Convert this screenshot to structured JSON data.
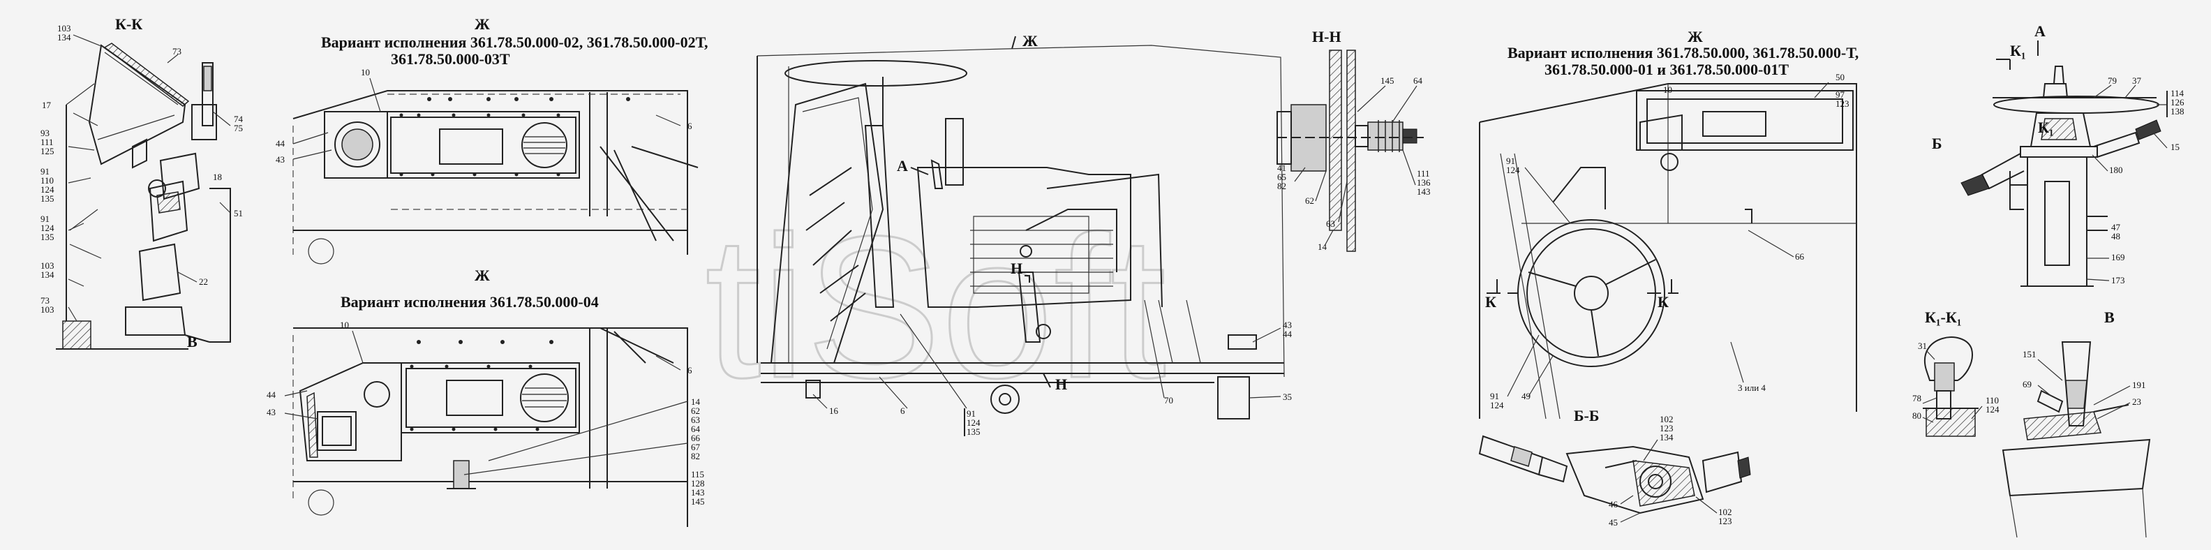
{
  "views": {
    "kk": {
      "section_title": "К-К",
      "labels": [
        "103",
        "134",
        "73",
        "17",
        "93",
        "111",
        "125",
        "74",
        "75",
        "91",
        "110",
        "124",
        "135",
        "18",
        "51",
        "91",
        "124",
        "135",
        "22",
        "103",
        "134",
        "73",
        "103",
        "B"
      ]
    },
    "zh1": {
      "letter": "Ж",
      "title_line1": "Вариант исполнения 361.78.50.000-02, 361.78.50.000-02Т,",
      "title_line2": "361.78.50.000-03Т",
      "labels": [
        "10",
        "44",
        "43",
        "6"
      ]
    },
    "zh2": {
      "letter": "Ж",
      "title": "Вариант исполнения 361.78.50.000-04",
      "labels": [
        "10",
        "44",
        "43",
        "6",
        "14",
        "62",
        "63",
        "64",
        "66",
        "67",
        "82",
        "115",
        "128",
        "143",
        "145"
      ]
    },
    "main": {
      "arrow_label": "Ж",
      "labels": [
        "А",
        "Н",
        "Н",
        "16",
        "6",
        "91",
        "124",
        "135",
        "70",
        "43",
        "44",
        "35"
      ]
    },
    "hh": {
      "section_title": "Н-Н",
      "labels": [
        "145",
        "64",
        "41",
        "65",
        "82",
        "62",
        "111",
        "136",
        "143",
        "63",
        "14"
      ]
    },
    "zh3": {
      "letter": "Ж",
      "title_line1": "Вариант исполнения 361.78.50.000, 361.78.50.000-Т,",
      "title_line2": "361.78.50.000-01 и 361.78.50.000-01Т",
      "labels": [
        "10",
        "50",
        "97",
        "123",
        "91",
        "124",
        "К",
        "К",
        "66",
        "91",
        "124",
        "49",
        "3 или 4"
      ]
    },
    "bb": {
      "section_title": "Б-Б",
      "labels": [
        "102",
        "123",
        "134",
        "46",
        "45",
        "102",
        "123"
      ]
    },
    "a": {
      "labels": [
        "A",
        "К₁",
        "79",
        "37",
        "114",
        "126",
        "138",
        "Б",
        "К₁",
        "15",
        "180",
        "47",
        "48",
        "169",
        "173"
      ]
    },
    "k1": {
      "section_title": "К₁-К₁",
      "labels": [
        "31",
        "78",
        "80",
        "110",
        "124"
      ]
    },
    "v": {
      "section_title": "В",
      "labels": [
        "151",
        "69",
        "191",
        "23"
      ]
    }
  },
  "watermark": "tiSoft"
}
